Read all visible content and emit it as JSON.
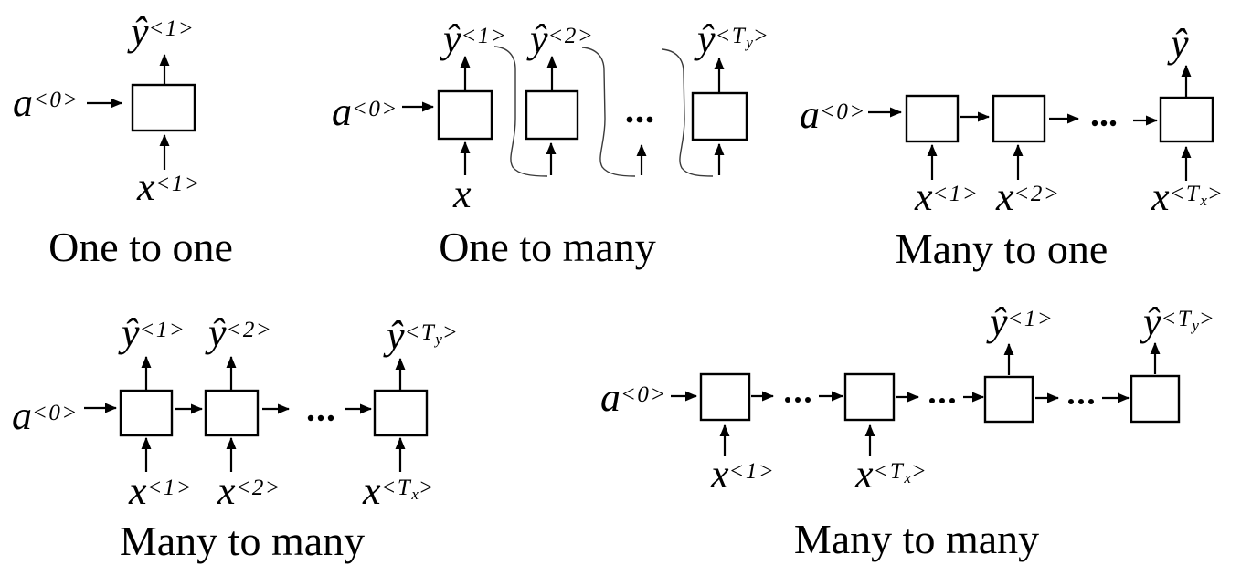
{
  "colors": {
    "ink": "#000000",
    "background": "#ffffff",
    "curve": "#3a3a3a"
  },
  "panels": {
    "one_to_one": {
      "caption": "One to one",
      "labels": {
        "y1": {
          "base": "ŷ",
          "sup": "<1>",
          "sub": "",
          "sup2": ""
        },
        "a0": {
          "base": "a",
          "sup": "<0>",
          "sub": "",
          "sup2": ""
        },
        "x1": {
          "base": "x",
          "sup": "<1>",
          "sub": "",
          "sup2": ""
        }
      }
    },
    "one_to_many": {
      "caption": "One to many",
      "labels": {
        "y1": {
          "base": "ŷ",
          "sup": "<1>",
          "sub": "",
          "sup2": ""
        },
        "y2": {
          "base": "ŷ",
          "sup": "<2>",
          "sub": "",
          "sup2": ""
        },
        "yTy": {
          "base": "ŷ",
          "sup": "<T",
          "sub": "y",
          "sup2": ">"
        },
        "a0": {
          "base": "a",
          "sup": "<0>",
          "sub": "",
          "sup2": ""
        },
        "x": {
          "base": "x",
          "sup": "",
          "sub": "",
          "sup2": ""
        }
      }
    },
    "many_to_one": {
      "caption": "Many to one",
      "labels": {
        "y": {
          "base": "ŷ",
          "sup": "",
          "sub": "",
          "sup2": ""
        },
        "a0": {
          "base": "a",
          "sup": "<0>",
          "sub": "",
          "sup2": ""
        },
        "x1": {
          "base": "x",
          "sup": "<1>",
          "sub": "",
          "sup2": ""
        },
        "x2": {
          "base": "x",
          "sup": "<2>",
          "sub": "",
          "sup2": ""
        },
        "xTx": {
          "base": "x",
          "sup": "<T",
          "sub": "x",
          "sup2": ">"
        }
      }
    },
    "many_to_many_aligned": {
      "caption": "Many to many",
      "labels": {
        "y1": {
          "base": "ŷ",
          "sup": "<1>",
          "sub": "",
          "sup2": ""
        },
        "y2": {
          "base": "ŷ",
          "sup": "<2>",
          "sub": "",
          "sup2": ""
        },
        "yTy": {
          "base": "ŷ",
          "sup": "<T",
          "sub": "y",
          "sup2": ">"
        },
        "a0": {
          "base": "a",
          "sup": "<0>",
          "sub": "",
          "sup2": ""
        },
        "x1": {
          "base": "x",
          "sup": "<1>",
          "sub": "",
          "sup2": ""
        },
        "x2": {
          "base": "x",
          "sup": "<2>",
          "sub": "",
          "sup2": ""
        },
        "xTx": {
          "base": "x",
          "sup": "<T",
          "sub": "x",
          "sup2": ">"
        }
      }
    },
    "many_to_many_encoder_decoder": {
      "caption": "Many to many",
      "labels": {
        "a0": {
          "base": "a",
          "sup": "<0>",
          "sub": "",
          "sup2": ""
        },
        "y1": {
          "base": "ŷ",
          "sup": "<1>",
          "sub": "",
          "sup2": ""
        },
        "yTy": {
          "base": "ŷ",
          "sup": "<T",
          "sub": "y",
          "sup2": ">"
        },
        "x1": {
          "base": "x",
          "sup": "<1>",
          "sub": "",
          "sup2": ""
        },
        "xTx": {
          "base": "x",
          "sup": "<T",
          "sub": "x",
          "sup2": ">"
        }
      }
    }
  }
}
